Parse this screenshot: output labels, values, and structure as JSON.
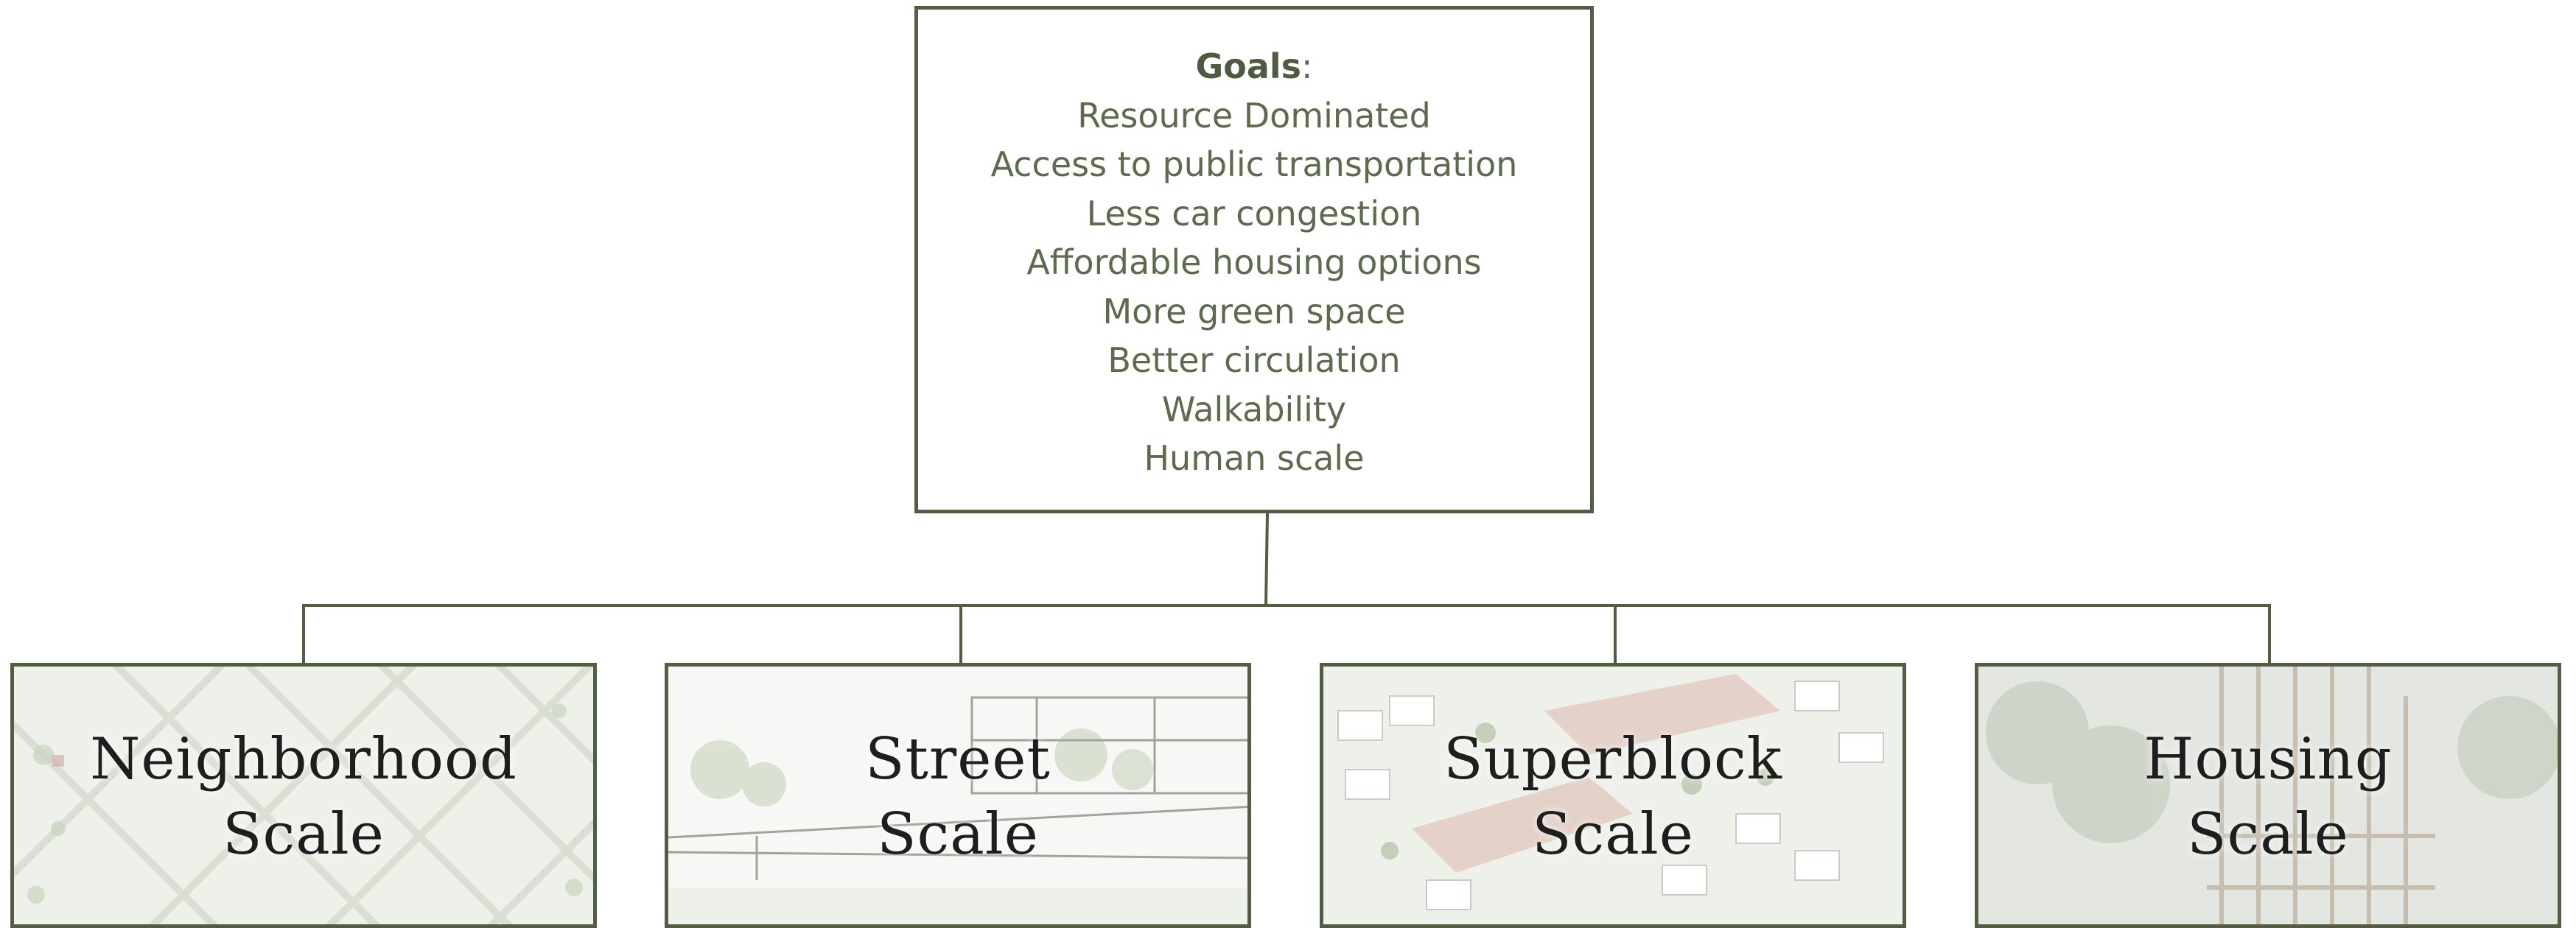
{
  "goals": {
    "heading": "Goals",
    "colon": ":",
    "items": [
      "Resource Dominated",
      "Access to public transportation",
      "Less car congestion",
      "Affordable housing options",
      "More green space",
      "Better circulation",
      "Walkability",
      "Human scale"
    ]
  },
  "scales": [
    {
      "line1": "Neighborhood",
      "line2": "Scale"
    },
    {
      "line1": "Street",
      "line2": "Scale"
    },
    {
      "line1": "Superblock",
      "line2": "Scale"
    },
    {
      "line1": "Housing",
      "line2": "Scale"
    }
  ],
  "colors": {
    "line": "#525e43",
    "goal_text": "#5d6a4d",
    "label_text": "#1e1e1e"
  }
}
